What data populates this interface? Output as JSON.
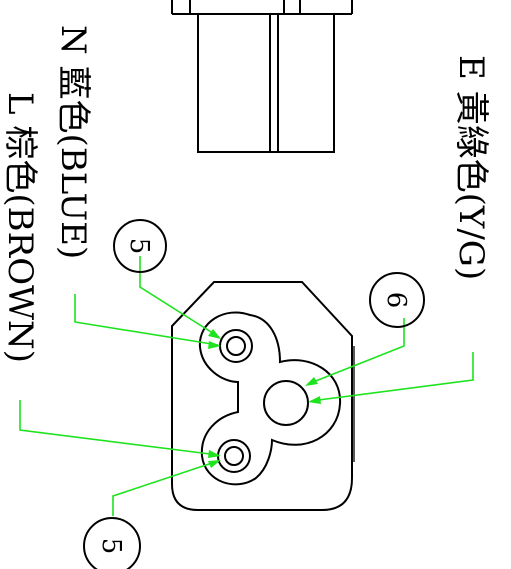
{
  "labels": {
    "earth": "E 黃綠色(Y/G)",
    "neutral": "N 藍色(BLUE)",
    "live": "L 棕色(BROWN)"
  },
  "balloons": {
    "top_left": "5",
    "right": "6",
    "bottom": "5"
  },
  "colors": {
    "leader_line": "#1ee31e",
    "outline": "#000000"
  }
}
